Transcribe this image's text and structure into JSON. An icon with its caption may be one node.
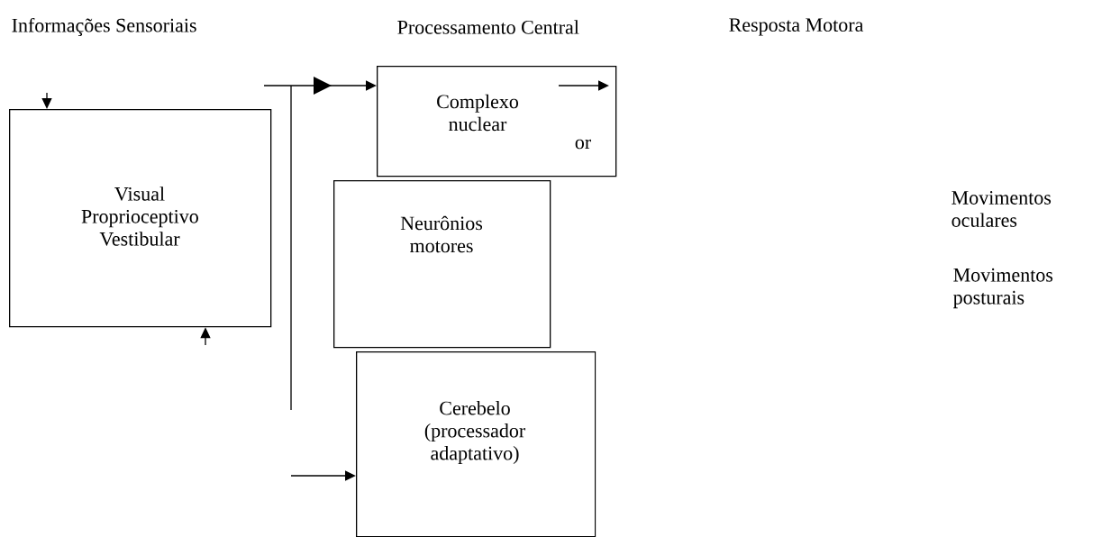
{
  "diagram": {
    "nodes": [
      {
        "text": [
          "Visual Proprioceptivo Vestibular"
        ]
      },
      {
        "text": [
          "Complexo nuclear",
          "or"
        ]
      },
      {
        "text": [
          "Neurônios motores"
        ]
      },
      {
        "text": [
          "Cerebelo (processador adaptativo)"
        ]
      }
    ],
    "edges": [
      {
        "from": null,
        "to": 1,
        "arrow": "to"
      },
      {
        "from": null,
        "to": 0,
        "arrow": "to"
      },
      {
        "from": null,
        "to": 0,
        "arrow": "to"
      },
      {
        "from": null,
        "to": 3,
        "arrow": "to"
      }
    ],
    "labels": [
      "Informações Sensoriais",
      "Processamento Central",
      "Resposta Motora",
      "Movimentos oculares",
      "Movimentos posturais"
    ]
  }
}
